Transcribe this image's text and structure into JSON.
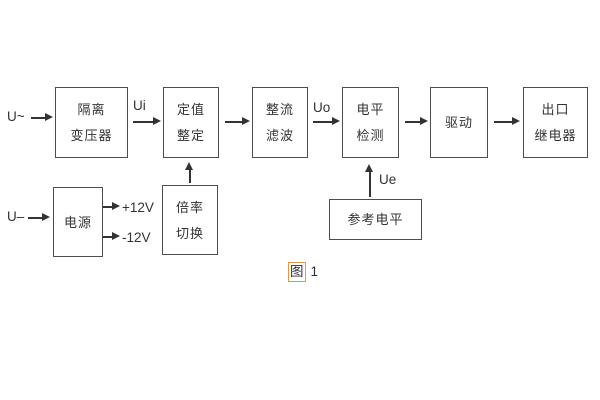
{
  "diagram": {
    "inputs": {
      "ac_label": "U~",
      "dc_label": "U–"
    },
    "blocks": {
      "isolation_transformer": {
        "line1": "隔离",
        "line2": "变压器"
      },
      "setting_adjust": {
        "line1": "定值",
        "line2": "整定"
      },
      "rectify_filter": {
        "line1": "整流",
        "line2": "滤波"
      },
      "level_detect": {
        "line1": "电平",
        "line2": "检测"
      },
      "drive": {
        "line1": "驱动"
      },
      "output_relay": {
        "line1": "出口",
        "line2": "继电器"
      },
      "power_supply": {
        "line1": "电源"
      },
      "ratio_switch": {
        "line1": "倍率",
        "line2": "切换"
      },
      "reference_level": {
        "line1": "参考电平"
      }
    },
    "signal_labels": {
      "ui": "Ui",
      "uo": "Uo",
      "ue": "Ue",
      "plus12": "+12V",
      "minus12": "-12V"
    },
    "caption": {
      "figure_char": "图",
      "figure_num": "1"
    }
  },
  "colors": {
    "background": "#ffffff",
    "box_border": "#4d4d4d",
    "text": "#333333",
    "arrow": "#333333",
    "search_highlight_outline": "#de9a43"
  }
}
